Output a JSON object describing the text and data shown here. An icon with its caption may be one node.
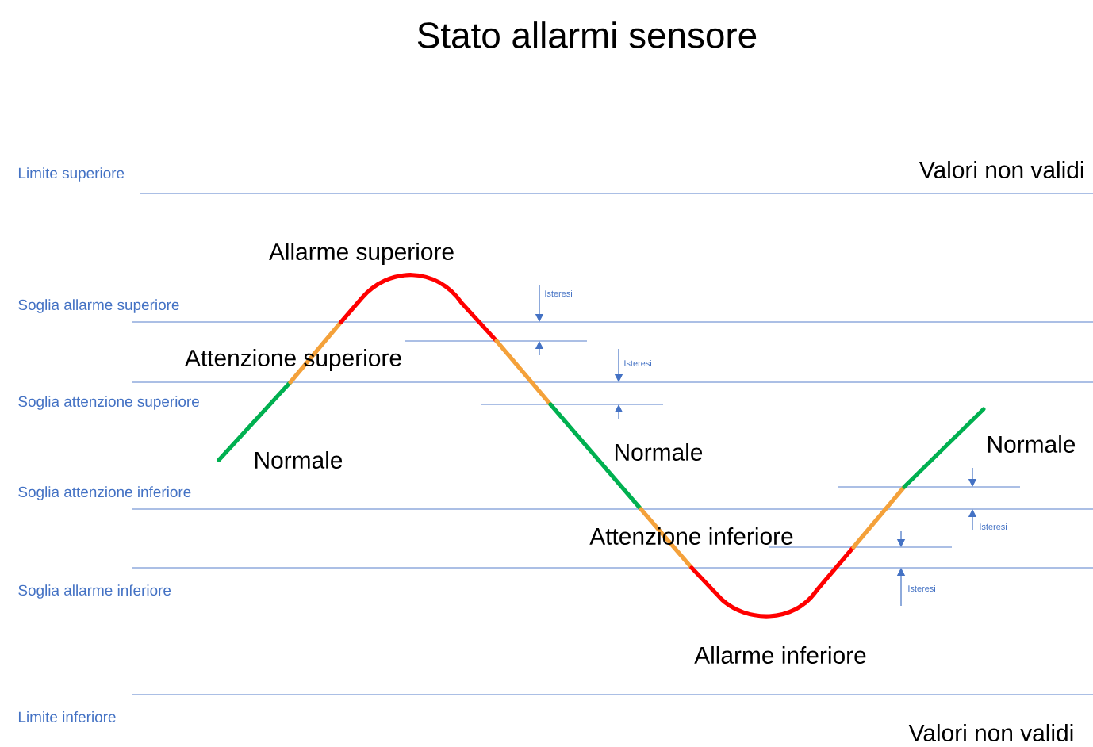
{
  "diagram": {
    "title": "Stato allarmi sensore",
    "labels": [
      "Limite superiore",
      "Valori non validi",
      "Allarme superiore",
      "Isteresi",
      "Soglia allarme superiore",
      "Attenzione superiore",
      "Isteresi",
      "Soglia attenzione superiore",
      "Normale",
      "Normale",
      "Normale",
      "Soglia attenzione inferiore",
      "Isteresi",
      "Attenzione inferiore",
      "Isteresi",
      "Soglia allarme inferiore",
      "Allarme inferiore",
      "Limite inferiore",
      "Valori non validi"
    ]
  }
}
